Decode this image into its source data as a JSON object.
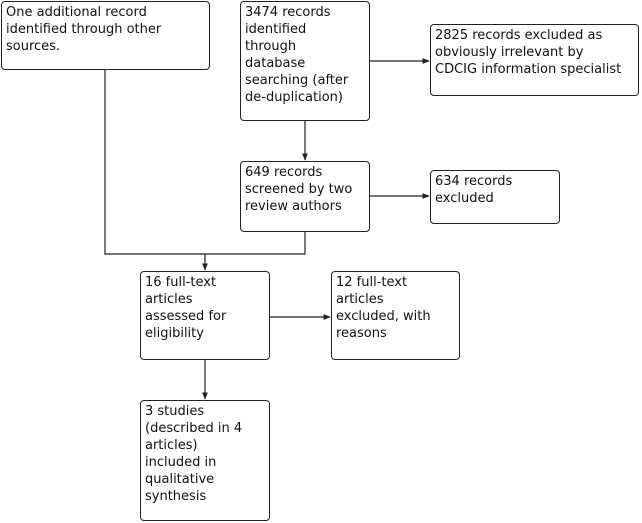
{
  "flowchart": {
    "other_sources": "One additional record\nidentified through other\nsources.",
    "database_search": "3474 records\nidentified\nthrough\ndatabase\nsearching (after\nde-duplication)",
    "excluded_irrelevant": "2825 records excluded as\nobviously irrelevant by\nCDCIG information specialist",
    "screened": "649 records\nscreened by two\nreview authors",
    "excluded_records": "634 records\nexcluded",
    "full_text_assessed": "16 full-text\narticles\nassessed for\neligibility",
    "full_text_excluded": "12 full-text\narticles\nexcluded, with\nreasons",
    "included_studies": "3 studies\n(described in 4\narticles)\nincluded in\nqualitative\nsynthesis"
  }
}
